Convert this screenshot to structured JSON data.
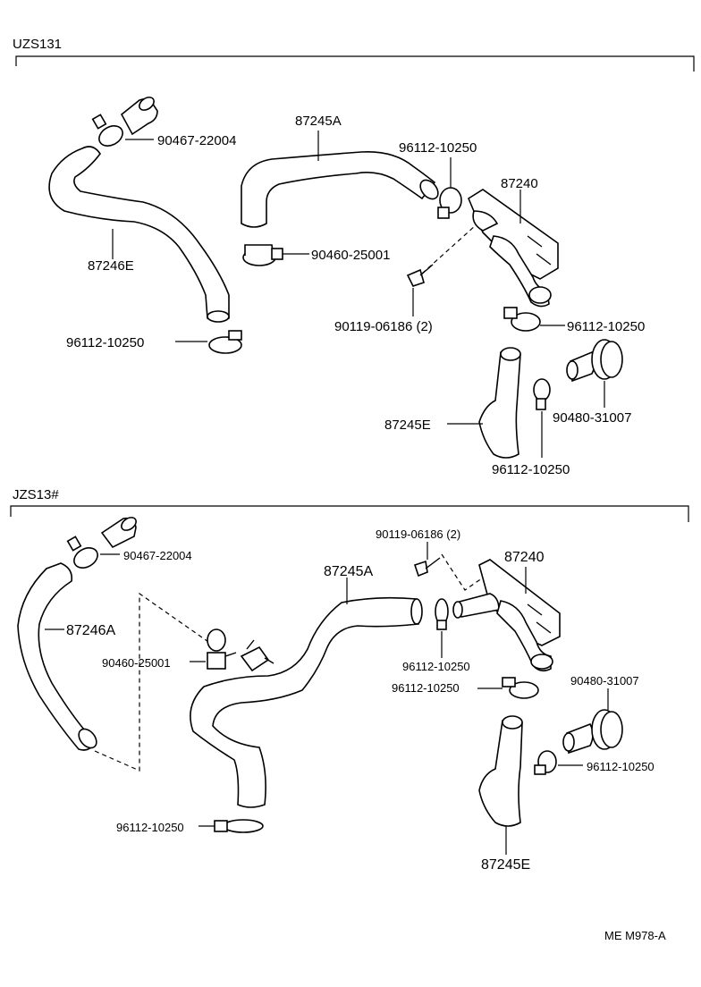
{
  "sections": {
    "top": "UZS131",
    "bottom": "JZS13#"
  },
  "top_labels": {
    "clamp_22004": "90467-22004",
    "hose_87245A": "87245A",
    "clamp_10250_a": "96112-10250",
    "valve_87240": "87240",
    "hose_87246E": "87246E",
    "clamp_25001": "90460-25001",
    "bolt_06186": "90119-06186 (2)",
    "clamp_10250_b": "96112-10250",
    "clamp_10250_c": "96112-10250",
    "grommet_31007": "90480-31007",
    "hose_87245E": "87245E",
    "clamp_10250_d": "96112-10250"
  },
  "bottom_labels": {
    "bolt_06186": "90119-06186 (2)",
    "valve_87240": "87240",
    "clamp_22004": "90467-22004",
    "hose_87245A": "87245A",
    "hose_87246A": "87246A",
    "clamp_25001": "90460-25001",
    "clamp_10250_a": "96112-10250",
    "clamp_10250_b": "96112-10250",
    "grommet_31007": "90480-31007",
    "clamp_10250_c": "96112-10250",
    "clamp_10250_d": "96112-10250",
    "hose_87245E": "87245E"
  },
  "footer": {
    "code": "ME  M978-A"
  }
}
